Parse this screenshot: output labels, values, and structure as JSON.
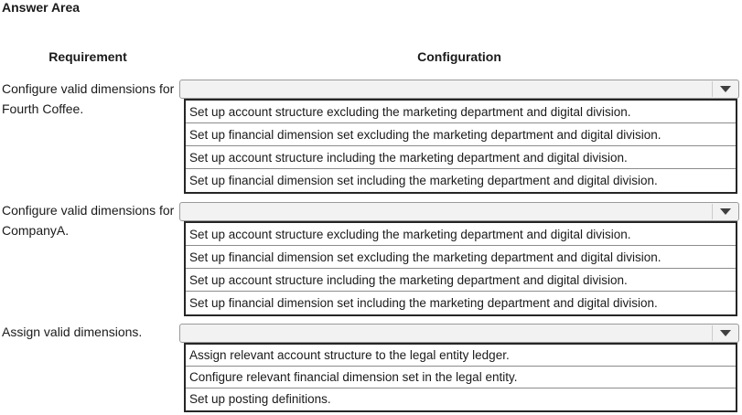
{
  "title": "Answer Area",
  "headers": {
    "requirement": "Requirement",
    "configuration": "Configuration"
  },
  "colors": {
    "page_bg": "#ffffff",
    "text": "#1a1a1a",
    "dropdown_bg": "#f2f2f2",
    "dropdown_border": "#9a9a9a",
    "arrow": "#3f3f3f",
    "arrow_separator": "#cccccc",
    "list_border": "#262626",
    "row_divider": "#8c8c8c"
  },
  "rows": [
    {
      "requirement": "Configure valid dimensions for Fourth Coffee.",
      "dropdown_value": "",
      "options": [
        "Set up account structure excluding the marketing department and digital division.",
        "Set up financial dimension set excluding the marketing department and digital division.",
        "Set up account structure including the marketing department and digital division.",
        "Set up financial dimension set including the marketing department and digital division."
      ]
    },
    {
      "requirement": "Configure valid dimensions for CompanyA.",
      "dropdown_value": "",
      "options": [
        "Set up account structure excluding the marketing department and digital division.",
        "Set up financial dimension set excluding the marketing department and digital division.",
        "Set up account structure including the marketing department and digital division.",
        "Set up financial dimension set including the marketing department and digital division."
      ]
    },
    {
      "requirement": "Assign valid dimensions.",
      "dropdown_value": "",
      "options": [
        "Assign relevant account structure to the legal entity ledger.",
        "Configure relevant financial dimension set in the legal entity.",
        "Set up posting definitions."
      ]
    }
  ]
}
